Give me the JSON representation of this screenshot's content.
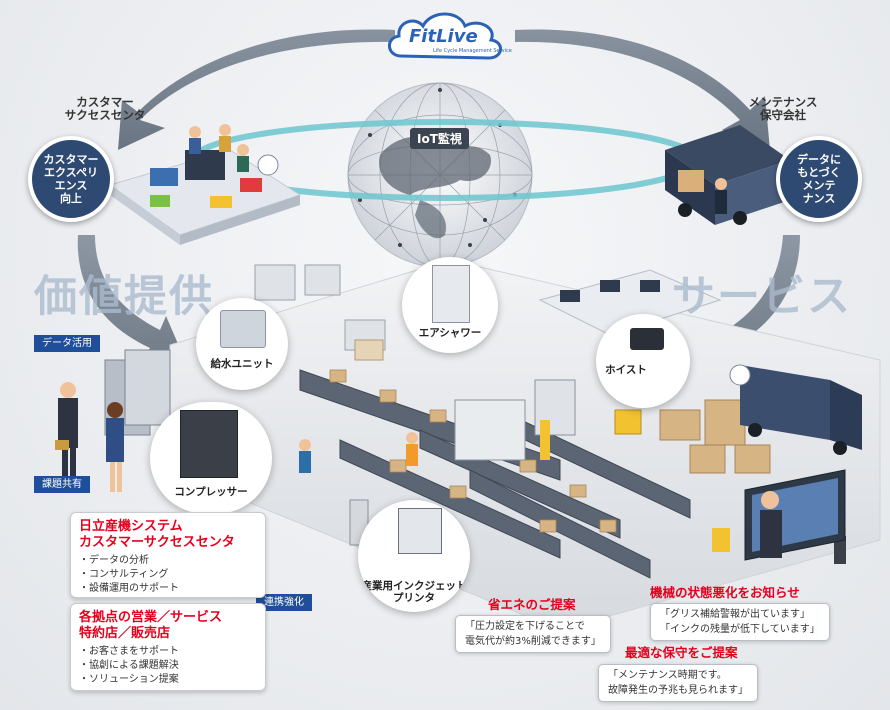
{
  "logo": {
    "name": "FitLive",
    "tagline": "Life Cycle Management Service"
  },
  "iot_label": "IoT監視",
  "left_group": {
    "title": "カスタマー\nサクセスセンタ",
    "circle": "カスタマー\nエクスペリ\nエンス\n向上"
  },
  "right_group": {
    "title": "メンテナンス\n保守会社",
    "circle": "データに\nもとづく\nメンテ\nナンス"
  },
  "big_words": {
    "left": "価値提供",
    "right": "サービス"
  },
  "tags": {
    "data_use": "データ活用",
    "issue_share": "課題共有",
    "collab": "連携強化"
  },
  "bubbles": {
    "water_unit": "給水ユニット",
    "air_shower": "エアシャワー",
    "hoist": "ホイスト",
    "compressor": "コンプレッサー",
    "inkjet": "産業用インクジェット\nプリンタ"
  },
  "panel_center": {
    "title": "日立産機システム\nカスタマーサクセスセンタ",
    "items": [
      "データの分析",
      "コンサルティング",
      "設備運用のサポート"
    ]
  },
  "panel_sales": {
    "title": "各拠点の営業／サービス\n特約店／販売店",
    "items": [
      "お客さまをサポート",
      "協創による課題解決",
      "ソリューション提案"
    ]
  },
  "energy": {
    "heading": "省エネのご提案",
    "note": "「圧力設定を下げることで\n電気代が約3%削減できます」"
  },
  "machine": {
    "heading": "機械の状態悪化をお知らせ",
    "note": "「グリス補給警報が出ています」\n「インクの残量が低下しています」"
  },
  "maint": {
    "heading": "最適な保守をご提案",
    "note": "「メンテナンス時期です。\n故障発生の予兆も見られます」"
  },
  "colors": {
    "accent_red": "#e6001e",
    "navy": "#2e4a73",
    "tag_blue": "#1f4f9a",
    "teal_ring": "#6cc6cf"
  }
}
